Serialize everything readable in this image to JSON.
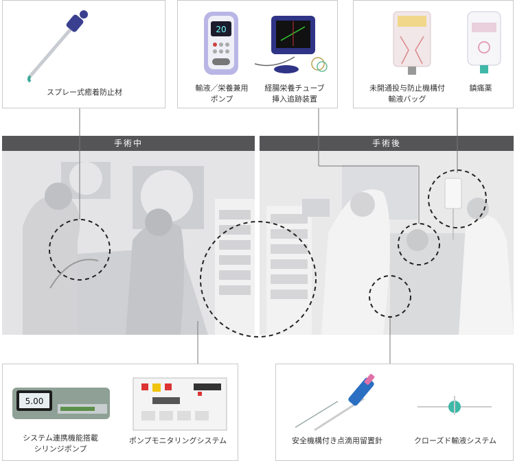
{
  "sections": {
    "during": "手術中",
    "after": "手術後"
  },
  "products": {
    "spray": "スプレー式癒着防止材",
    "pump": "輸液／栄養兼用\nポンプ",
    "tube": "経腸栄養チューブ\n挿入追跡装置",
    "bag": "未開通投与防止機構付\n輸液バッグ",
    "analgesic": "鎮痛薬",
    "syringe": "システム連携機能搭載\nシリンジポンプ",
    "monitor": "ポンプモニタリングシステム",
    "needle": "安全機構付き点滴用留置針",
    "closed": "クローズド輸液システム"
  },
  "device_text": {
    "pump_display": "20",
    "syringe_display": "5.00"
  },
  "colors": {
    "section_bar": "#555558",
    "scene_bg": "#e6e6e7",
    "needle_accent": "#2a6fc2",
    "bag_accent": "#e0b0c0"
  }
}
